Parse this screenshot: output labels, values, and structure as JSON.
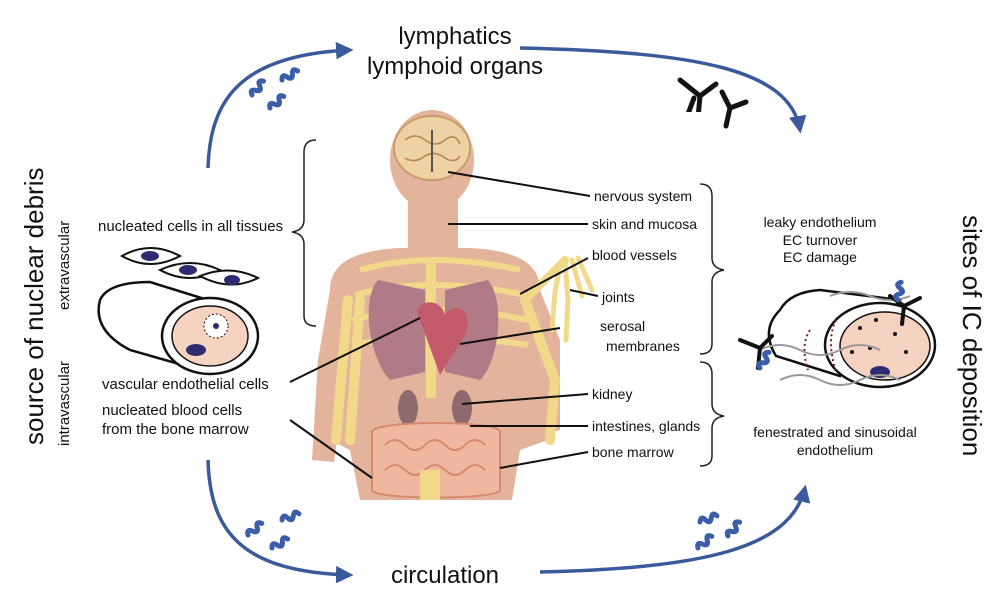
{
  "top": {
    "line1": "lymphatics",
    "line2": "lymphoid organs"
  },
  "bottom": {
    "label": "circulation"
  },
  "left_title": "source of nuclear debris",
  "right_title": "sites of IC deposition",
  "left": {
    "extravascular": "extravascular",
    "intravascular": "intravascular",
    "nucleated_cells": "nucleated cells in all tissues",
    "vascular_endothelial": "vascular endothelial cells",
    "blood_cells_1": "nucleated blood cells",
    "blood_cells_2": "from the bone marrow"
  },
  "organs": [
    "nervous system",
    "skin and mucosa",
    "blood vessels",
    "joints",
    "serosal",
    "membranes",
    "kidney",
    "intestines, glands",
    "bone marrow"
  ],
  "right": {
    "leaky_1": "leaky endothelium",
    "leaky_2": "EC turnover",
    "leaky_3": "EC damage",
    "fen_1": "fenestrated and sinusoidal",
    "fen_2": "endothelium"
  },
  "colors": {
    "arrow": "#3a5a9c",
    "skin": "#e3b39b",
    "bone": "#f2d98a",
    "debris": "#3b5ea8"
  }
}
